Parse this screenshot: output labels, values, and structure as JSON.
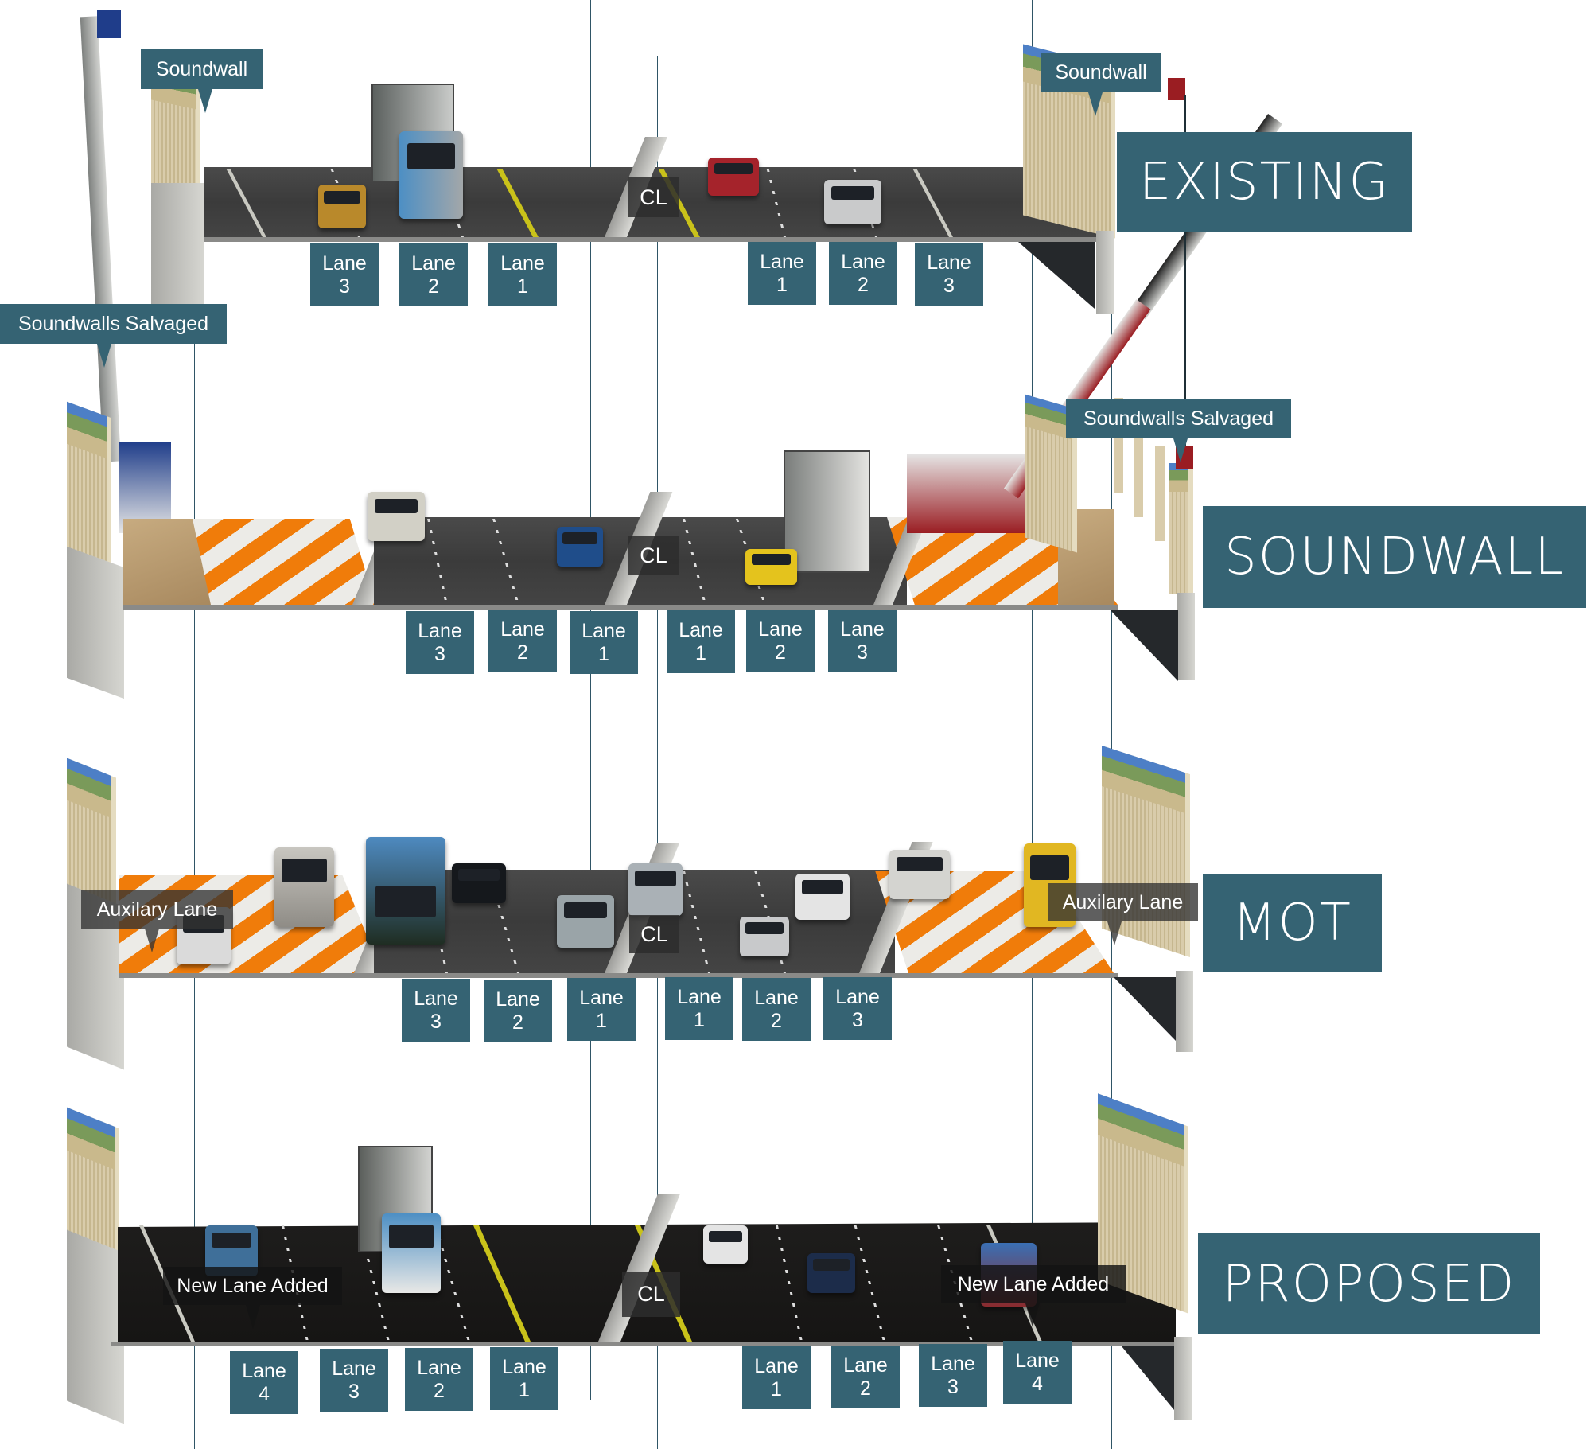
{
  "figure": {
    "title": "Highway widening phases with soundwall relocation",
    "colors": {
      "label_bg": "#356373",
      "label_text": "#ffffff",
      "hatch_orange": "#f07c0a",
      "hatch_white": "#ecebe7",
      "centerline_yellow": "#c9c21a",
      "asphalt": "#3f3f3f",
      "new_asphalt": "#1b1a19"
    }
  },
  "stages": [
    {
      "id": "existing",
      "banner": "EXISTING",
      "centerline": "CL",
      "callouts": [
        {
          "text": "Soundwall",
          "side": "left"
        },
        {
          "text": "Soundwall",
          "side": "right"
        }
      ],
      "lanes_left": [
        {
          "word": "Lane",
          "num": "3"
        },
        {
          "word": "Lane",
          "num": "2"
        },
        {
          "word": "Lane",
          "num": "1"
        }
      ],
      "lanes_right": [
        {
          "word": "Lane",
          "num": "1"
        },
        {
          "word": "Lane",
          "num": "2"
        },
        {
          "word": "Lane",
          "num": "3"
        }
      ]
    },
    {
      "id": "soundwall",
      "banner": "SOUNDWALL",
      "centerline": "CL",
      "callouts": [
        {
          "text": "Soundwalls Salvaged",
          "side": "left"
        },
        {
          "text": "Soundwalls Salvaged",
          "side": "right"
        }
      ],
      "lanes_left": [
        {
          "word": "Lane",
          "num": "3"
        },
        {
          "word": "Lane",
          "num": "2"
        },
        {
          "word": "Lane",
          "num": "1"
        }
      ],
      "lanes_right": [
        {
          "word": "Lane",
          "num": "1"
        },
        {
          "word": "Lane",
          "num": "2"
        },
        {
          "word": "Lane",
          "num": "3"
        }
      ]
    },
    {
      "id": "mot",
      "banner": "MOT",
      "centerline": "CL",
      "callouts": [
        {
          "text": "Auxilary Lane",
          "side": "left"
        },
        {
          "text": "Auxilary Lane",
          "side": "right"
        }
      ],
      "lanes_left": [
        {
          "word": "Lane",
          "num": "3"
        },
        {
          "word": "Lane",
          "num": "2"
        },
        {
          "word": "Lane",
          "num": "1"
        }
      ],
      "lanes_right": [
        {
          "word": "Lane",
          "num": "1"
        },
        {
          "word": "Lane",
          "num": "2"
        },
        {
          "word": "Lane",
          "num": "3"
        }
      ]
    },
    {
      "id": "proposed",
      "banner": "PROPOSED",
      "centerline": "CL",
      "callouts": [
        {
          "text": "New Lane Added",
          "side": "left"
        },
        {
          "text": "New Lane Added",
          "side": "right"
        }
      ],
      "lanes_left": [
        {
          "word": "Lane",
          "num": "4"
        },
        {
          "word": "Lane",
          "num": "3"
        },
        {
          "word": "Lane",
          "num": "2"
        },
        {
          "word": "Lane",
          "num": "1"
        }
      ],
      "lanes_right": [
        {
          "word": "Lane",
          "num": "1"
        },
        {
          "word": "Lane",
          "num": "2"
        },
        {
          "word": "Lane",
          "num": "3"
        },
        {
          "word": "Lane",
          "num": "4"
        }
      ]
    }
  ]
}
